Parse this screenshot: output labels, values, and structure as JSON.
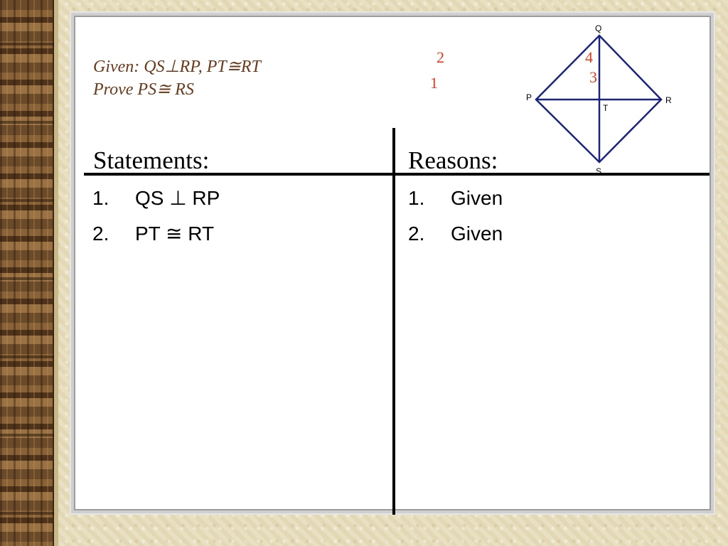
{
  "given": {
    "line1": "Given:  QS⊥RP, PT≅RT",
    "line2": "Prove PS≅ RS"
  },
  "headers": {
    "statements": "Statements:",
    "reasons": "Reasons:"
  },
  "statements": [
    {
      "num": "1.",
      "text": "QS ⊥ RP"
    },
    {
      "num": "2.",
      "text": "PT ≅ RT"
    }
  ],
  "reasons": [
    {
      "num": "1.",
      "text": "Given"
    },
    {
      "num": "2.",
      "text": "Given"
    }
  ],
  "angle_labels": [
    "1",
    "2",
    "3",
    "4"
  ],
  "diagram": {
    "vertices": {
      "Q": "Q",
      "R": "R",
      "S": "S",
      "P": "P",
      "T": "T"
    },
    "line_color": "#1a237e"
  },
  "colors": {
    "given_text": "#6b3a18",
    "angle_numbers": "#e03c1e"
  }
}
